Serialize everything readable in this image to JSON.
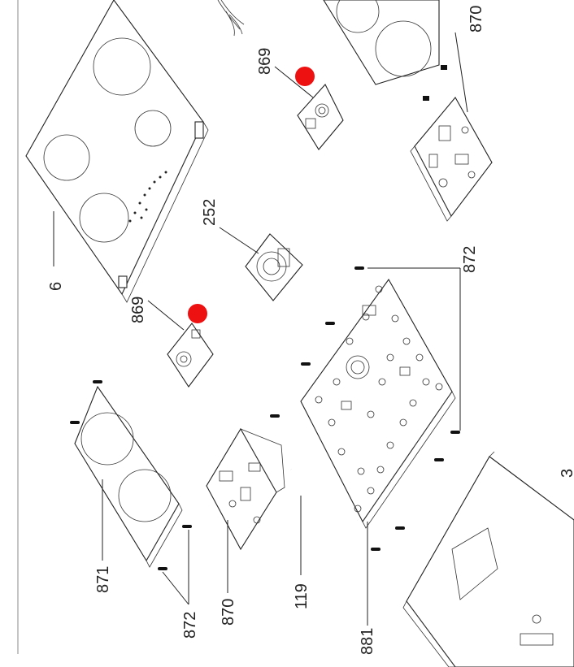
{
  "labels": {
    "glass_top": "6",
    "coil_plate_top": "870",
    "control_board_top": "869",
    "control_board_left": "869",
    "fan": "252",
    "screws_right": "872",
    "coil_plate_left": "871",
    "screws_left": "872",
    "power_board_left": "870",
    "cable": "119",
    "main_board": "881",
    "edge_partial": "3"
  },
  "colors": {
    "line": "#222222",
    "highlight": "#ee1111",
    "background": "#ffffff"
  }
}
